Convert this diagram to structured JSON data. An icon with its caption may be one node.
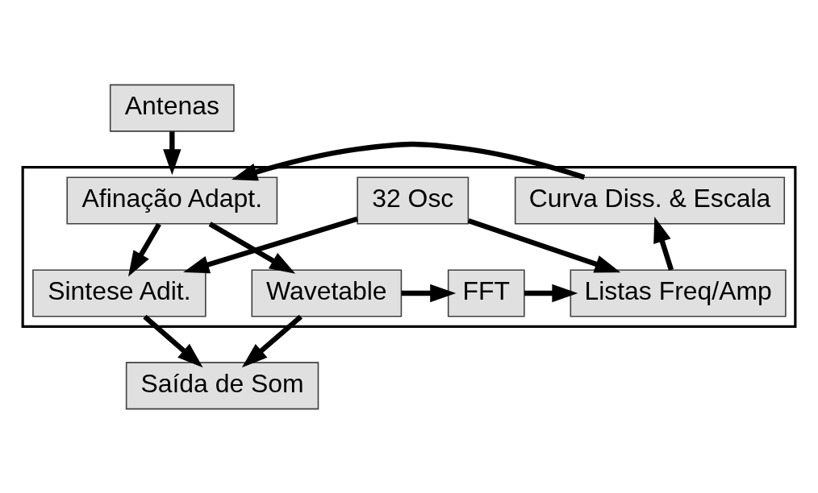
{
  "diagram": {
    "nodes": [
      {
        "text": [
          "Antenas"
        ]
      },
      {
        "text": [],
        "shape": "box"
      },
      {
        "text": [
          "Afinação Adapt."
        ],
        "in": 1
      },
      {
        "text": [
          "Curva Diss. & Escala"
        ],
        "in": 1
      },
      {
        "text": [
          "Wavetable"
        ],
        "in": 1
      },
      {
        "text": [
          "FFT"
        ],
        "in": 1
      },
      {
        "text": [
          "Listas Freq/Amp"
        ],
        "in": 1
      },
      {
        "text": [
          "Sintese Adit."
        ],
        "in": 1
      },
      {
        "text": [
          "32 Osc"
        ],
        "in": 1
      },
      {
        "text": [
          "Saída de Som"
        ]
      }
    ],
    "edges": [
      {
        "from": 0,
        "to": 1,
        "arrow": "to"
      },
      {
        "from": 3,
        "to": 2,
        "arrow": "to"
      },
      {
        "from": 2,
        "to": 7,
        "arrow": "to"
      },
      {
        "from": 2,
        "to": 4,
        "arrow": "to"
      },
      {
        "from": 4,
        "to": 5,
        "arrow": "to"
      },
      {
        "from": 5,
        "to": 6,
        "arrow": "to"
      },
      {
        "from": 8,
        "to": 6,
        "arrow": "to"
      },
      {
        "from": 6,
        "to": 3,
        "arrow": "to"
      },
      {
        "from": 8,
        "to": 7,
        "arrow": "to"
      },
      {
        "from": 4,
        "to": 9,
        "arrow": "to"
      },
      {
        "from": 7,
        "to": 9,
        "arrow": "to"
      }
    ]
  }
}
